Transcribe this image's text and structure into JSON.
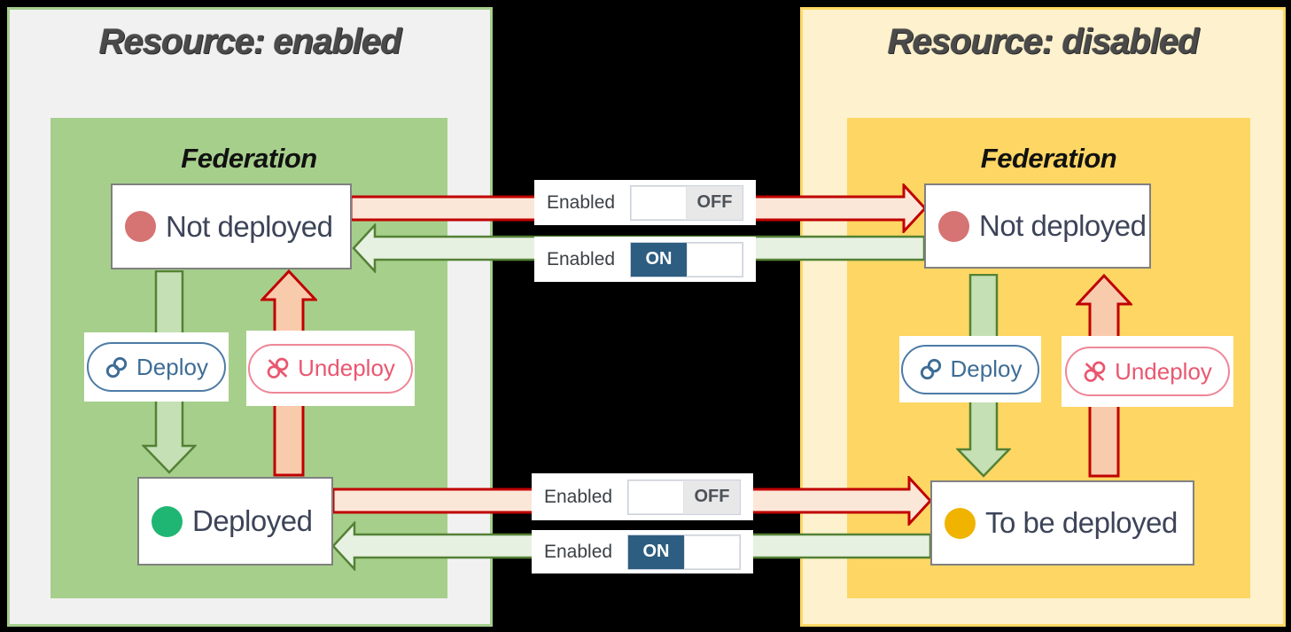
{
  "left_panel": {
    "title": "Resource: enabled",
    "federation_label": "Federation",
    "states": {
      "top": "Not deployed",
      "bottom": "Deployed"
    },
    "buttons": {
      "deploy": "Deploy",
      "undeploy": "Undeploy"
    }
  },
  "right_panel": {
    "title": "Resource: disabled",
    "federation_label": "Federation",
    "states": {
      "top": "Not deployed",
      "bottom": "To be deployed"
    },
    "buttons": {
      "deploy": "Deploy",
      "undeploy": "Undeploy"
    }
  },
  "toggles": {
    "top_disable": {
      "label": "Enabled",
      "state": "OFF"
    },
    "top_enable": {
      "label": "Enabled",
      "state": "ON"
    },
    "bottom_disable": {
      "label": "Enabled",
      "state": "OFF"
    },
    "bottom_enable": {
      "label": "Enabled",
      "state": "ON"
    }
  },
  "icons": {
    "deploy": "link-icon",
    "undeploy": "broken-link-icon"
  },
  "colors": {
    "panel_left_bg": "#f1f1f2",
    "panel_left_border": "#a6cf8d",
    "federation_green": "#a7cf8c",
    "panel_right_bg": "#fdf2cd",
    "panel_right_border": "#ffd966",
    "federation_yellow": "#fdd663",
    "arrow_red_border": "#c00000",
    "arrow_red_fill": "#f8cbad",
    "arrow_red_fill_light": "#fbe7d8",
    "arrow_green_border": "#538135",
    "arrow_green_fill": "#c5e0b4",
    "arrow_green_fill_light": "#e7f1e1",
    "state_border": "#808080",
    "state_text": "#3d4458",
    "dot_not_deployed": "#d67373",
    "dot_deployed": "#1fb673",
    "dot_to_be_deployed": "#efb300",
    "deploy_text": "#3e6d96",
    "deploy_border": "#4d7ba6",
    "undeploy_text": "#e9576f",
    "undeploy_border": "#ef8698",
    "toggle_on": "#2d5d80",
    "toggle_off_bg": "#e8e8e8",
    "toggle_off_text": "#4d5258",
    "toggle_border": "#c9d1de",
    "title_color": "#4a4a4a",
    "federation_title_color": "#111111"
  }
}
